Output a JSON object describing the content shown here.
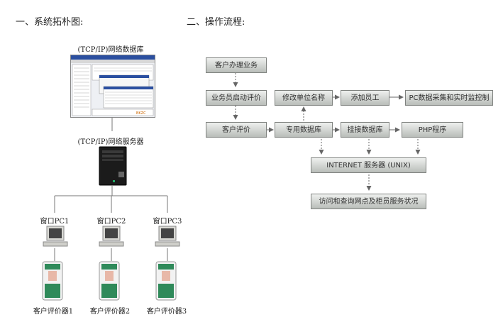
{
  "headings": {
    "topology": "一、系统拓朴图:",
    "process": "二、操作流程:"
  },
  "topology": {
    "database_label": "(TCP/IP)网络数据库",
    "server_label": "(TCP/IP)网络服务器",
    "pcs": [
      "窗口PC1",
      "窗口PC2",
      "窗口PC3"
    ],
    "evaluators": [
      "客户评价器1",
      "客户评价器2",
      "客户评价器3"
    ]
  },
  "flow": {
    "customer_business": "客户办理业务",
    "staff_start_eval": "业务员启动评价",
    "modify_unit_name": "修改单位名称",
    "add_employee": "添加员工",
    "pc_data_monitor": "PC数据采集和实时监控制",
    "customer_eval": "客户评价",
    "dedicated_db": "专用数据库",
    "mount_db": "挂接数据库",
    "php_program": "PHP程序",
    "internet_server": "INTERNET 服务器 (UNIX)",
    "access_query": "访问和查询网点及柜员服务状况"
  }
}
